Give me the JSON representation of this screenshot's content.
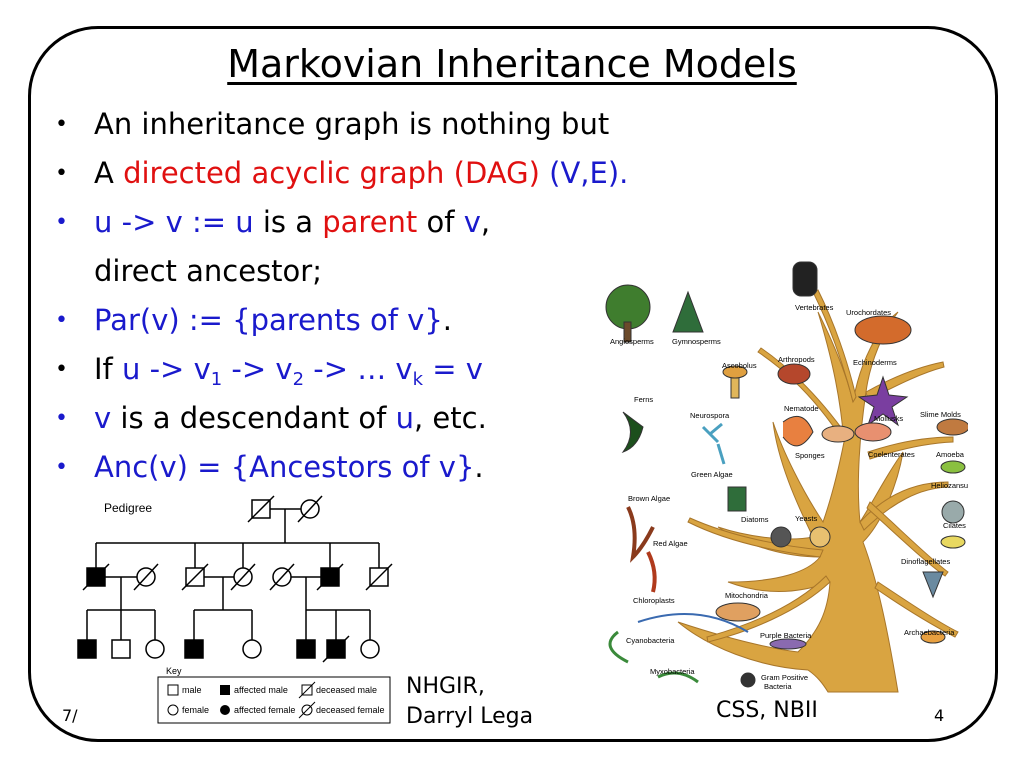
{
  "title": "Markovian Inheritance Models",
  "bullets": {
    "b1": "An inheritance graph is nothing but",
    "b2_a": "A ",
    "b2_red": "directed acyclic graph (DAG)",
    "b2_blue": " (V,E).",
    "b3_u": "u -> v := u",
    "b3_mid": " is a ",
    "b3_parent": "parent",
    "b3_of": " of ",
    "b3_v": "v",
    "b3_end": ",",
    "b3_cont": "direct ancestor;",
    "b4_blue": "Par(v) := {parents of v}",
    "b4_end": ".",
    "b5_if": "If ",
    "b5_u": "u -> v",
    "b5_s1": "1",
    "b5_a2": " -> v",
    "b5_s2": "2",
    "b5_a3": " -> … v",
    "b5_sk": "k",
    "b5_a4": " = v",
    "b6_v": "v",
    "b6_mid": " is a descendant of ",
    "b6_u": "u",
    "b6_end": ", etc.",
    "b7_blue": "Anc(v) = {Ancestors of v}",
    "b7_end": "."
  },
  "pedigree": {
    "heading": "Pedigree",
    "key_title": "Key",
    "key": [
      "male",
      "affected male",
      "deceased male",
      "female",
      "affected female",
      "deceased female"
    ]
  },
  "tree_labels": {
    "vertebrates": "Vertebrates",
    "urochordates": "Urochordates",
    "angiosperms": "Angiosperms",
    "gymnosperms": "Gymnosperms",
    "ascobolus": "Ascobolus",
    "arthropods": "Arthropods",
    "echinoderms": "Echinoderms",
    "ferns": "Ferns",
    "neurospora": "Neurospora",
    "nematode": "Nematode",
    "mollusks": "Mollusks",
    "slime_molds": "Slime Molds",
    "sponges": "Sponges",
    "coelenterates": "Coelenterates",
    "amoeba": "Amoeba",
    "green_algae": "Green Algae",
    "heliozansus": "Heliozansus",
    "brown_algae": "Brown Algae",
    "diatoms": "Diatoms",
    "yeasts": "Yeasts",
    "cilates": "Cilates",
    "red_algae": "Red Algae",
    "dinoflagellates": "Dinoflagellates",
    "chloroplasts": "Chloroplasts",
    "mitochondria": "Mitochondria",
    "cyanobacteria": "Cyanobacteria",
    "purple_bacteria": "Purple Bacteria",
    "archaebacteria": "Archaebacteria",
    "myxobacteria": "Myxobacteria",
    "gram_positive_1": "Gram Positive",
    "gram_positive_2": "Bacteria"
  },
  "credits": {
    "nhgir_1": "NHGIR,",
    "nhgir_2": "Darryl Lega",
    "css": "CSS, NBII"
  },
  "footer": {
    "date": "7/",
    "page": "4"
  }
}
